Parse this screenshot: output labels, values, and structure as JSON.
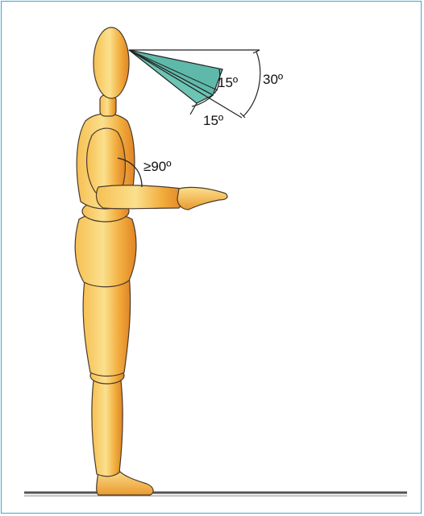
{
  "labels": {
    "upper_angle": "15º",
    "lower_angle": "15º",
    "total_angle": "30º",
    "elbow_angle": "≥90º"
  },
  "colors": {
    "frame_border": "#38a9d8",
    "cone_fill": "#5fb9aa",
    "wood_light": "#f8cf6a",
    "wood_mid": "#f1a93a",
    "wood_dark": "#e28a24",
    "outline": "#4a3a2a",
    "line": "#222222",
    "floor": "#555555"
  },
  "icons": {
    "figure": "wooden-mannequin-figure",
    "view_cone": "viewing-angle-cone"
  }
}
